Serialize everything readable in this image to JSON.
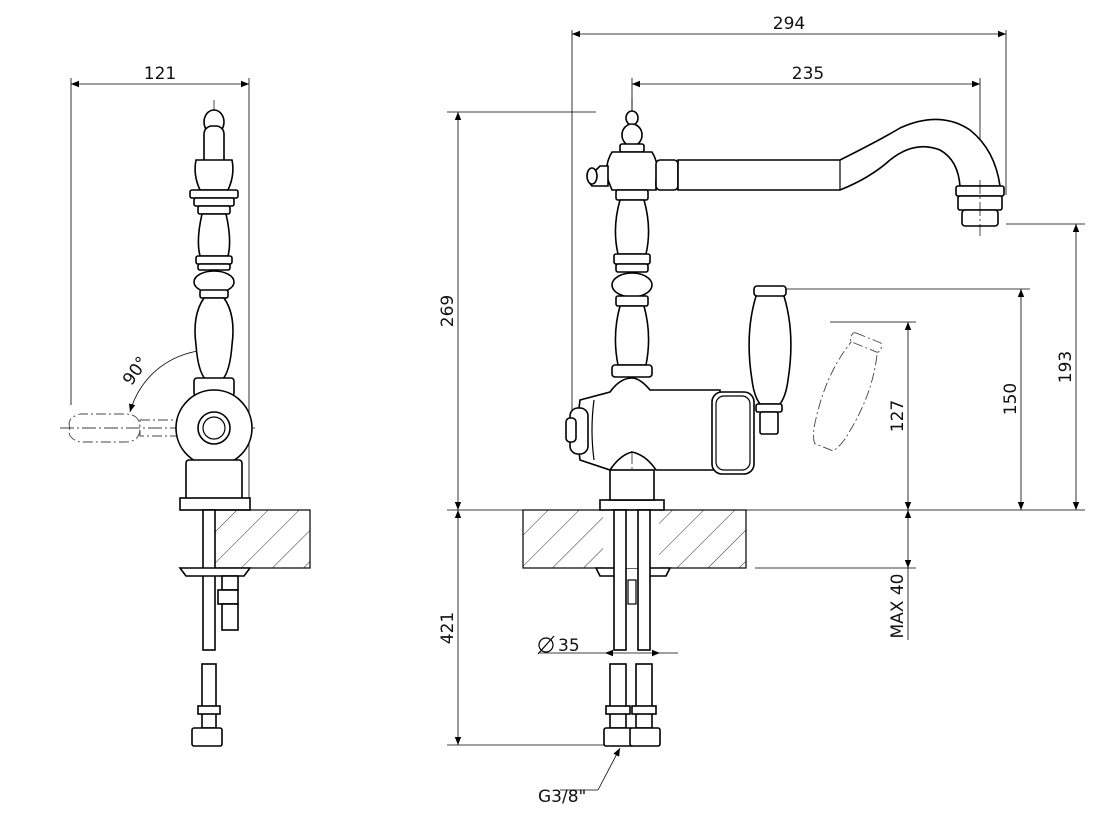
{
  "drawing": {
    "front_view": {
      "width": "121",
      "angle": "90°"
    },
    "side_view": {
      "overall_reach": "294",
      "spout_reach": "235",
      "body_height": "269",
      "spout_height": "193",
      "handle_height": "150",
      "lever_height": "127",
      "below_counter": "421",
      "max_thickness": "MAX 40",
      "hole_diameter": "35",
      "connection": "G3/8\""
    }
  }
}
